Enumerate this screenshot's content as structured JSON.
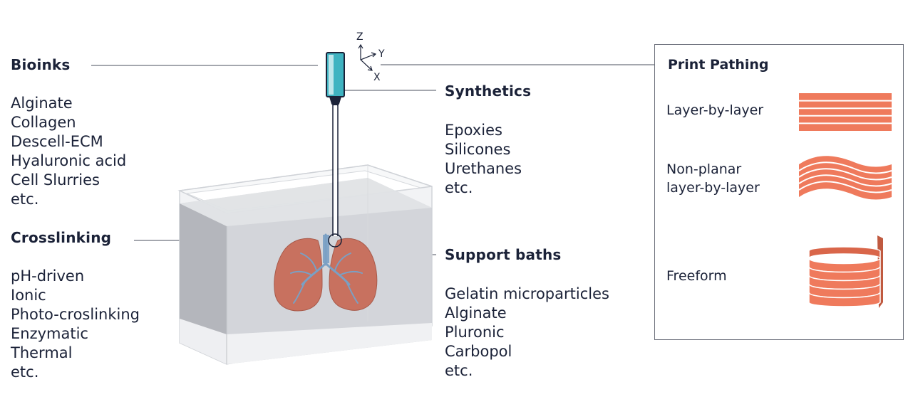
{
  "axes": {
    "z": "Z",
    "y": "Y",
    "x": "X"
  },
  "bioinks": {
    "heading": "Bioinks",
    "items": [
      "Alginate",
      "Collagen",
      "Descell-ECM",
      "Hyaluronic acid",
      "Cell Slurries",
      "etc."
    ]
  },
  "crosslinking": {
    "heading": "Crosslinking",
    "items": [
      "pH-driven",
      "Ionic",
      "Photo-croslinking",
      "Enzymatic",
      "Thermal",
      "etc."
    ]
  },
  "synthetics": {
    "heading": "Synthetics",
    "items": [
      "Epoxies",
      "Silicones",
      "Urethanes",
      "etc."
    ]
  },
  "support_baths": {
    "heading": "Support baths",
    "items": [
      "Gelatin microparticles",
      "Alginate",
      "Pluronic",
      "Carbopol",
      "etc."
    ]
  },
  "print_pathing": {
    "title": "Print Pathing",
    "layer_by_layer": "Layer-by-layer",
    "non_planar": [
      "Non-planar",
      "layer-by-layer"
    ],
    "freeform": "Freeform"
  },
  "colors": {
    "text": "#1b2238",
    "accent_orange": "#ef7a5c",
    "nozzle_teal": "#3fb3c1",
    "lung": "#c8715f",
    "bronchi": "#7aa0c4"
  }
}
